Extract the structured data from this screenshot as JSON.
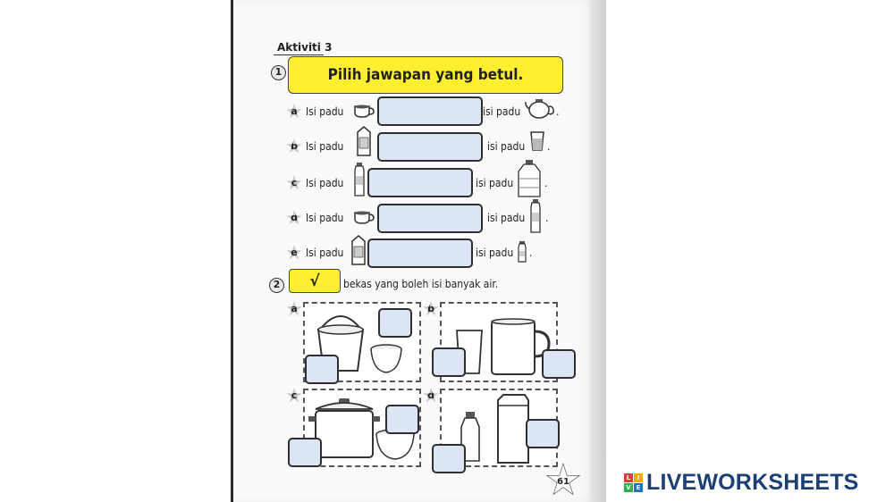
{
  "worksheet": {
    "activity_title": "Aktiviti 3",
    "q1_number": "1",
    "q2_number": "2",
    "instruction": "Pilih jawapan yang betul.",
    "rows": [
      {
        "letter": "a",
        "left": "Isi padu",
        "right": "isi padu"
      },
      {
        "letter": "b",
        "left": "Isi padu",
        "right": "isi padu"
      },
      {
        "letter": "c",
        "left": "Isi padu",
        "right": "isi padu"
      },
      {
        "letter": "d",
        "left": "Isi padu",
        "right": "isi padu"
      },
      {
        "letter": "e",
        "left": "Isi padu",
        "right": "isi padu"
      }
    ],
    "period": ".",
    "check_mark": "√",
    "q2_text": "bekas yang boleh isi banyak air.",
    "panel_letters": [
      "a",
      "b",
      "c",
      "d"
    ],
    "page_number": "61"
  },
  "brand": {
    "name": "LIVEWORKSHEETS",
    "logo_letters": [
      "L",
      "I",
      "V",
      "E"
    ],
    "logo_colors": [
      "#e03c31",
      "#f2a900",
      "#2bb34b",
      "#1c75bc"
    ],
    "text_color": "#1c3f78"
  }
}
